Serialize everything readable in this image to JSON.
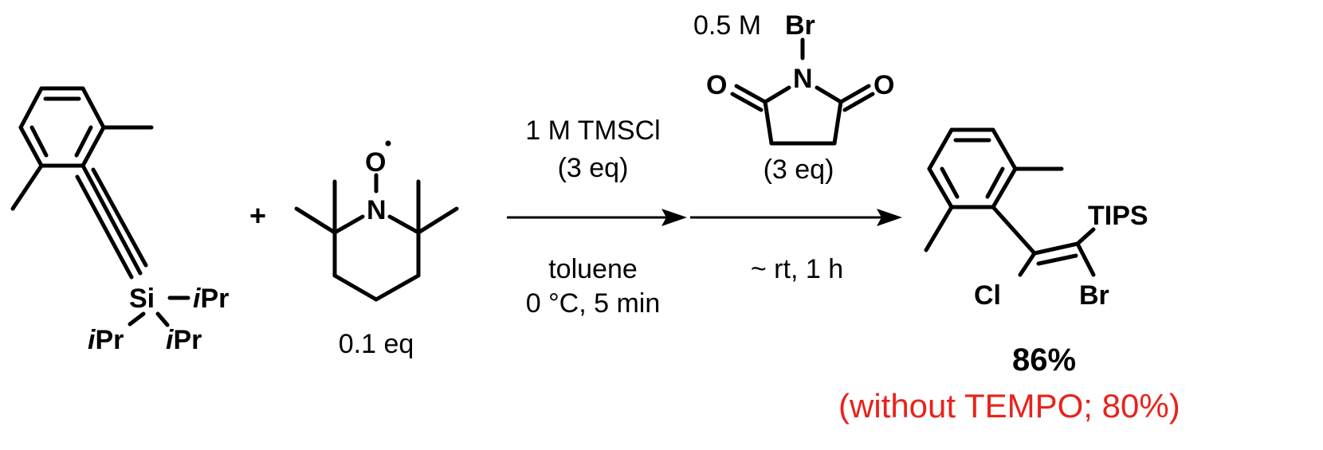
{
  "plus_sign": "+",
  "substrate": {
    "si": "Si",
    "ipr_right_i": "i",
    "ipr_right_pr": "Pr",
    "ipr_left_i": "i",
    "ipr_left_pr": "Pr",
    "ipr_bottom_i": "i",
    "ipr_bottom_pr": "Pr"
  },
  "tempo": {
    "oxygen": "O",
    "nitrogen": "N",
    "amount": "0.1 eq"
  },
  "step1": {
    "above_line1": "1 M TMSCl",
    "above_line2": "(3 eq)",
    "below_line1": "toluene",
    "below_line2": "0 °C, 5 min"
  },
  "step2": {
    "nbs_conc": "0.5 M",
    "nbs_br": "Br",
    "nbs_n": "N",
    "nbs_o_left": "O",
    "nbs_o_right": "O",
    "nbs_equiv": "(3 eq)",
    "below": "~ rt, 1 h"
  },
  "product": {
    "tips": "TIPS",
    "cl": "Cl",
    "br": "Br",
    "yield": "86%",
    "note": "(without TEMPO; 80%)"
  },
  "colors": {
    "note": "#e8221b",
    "ink": "#000000"
  }
}
